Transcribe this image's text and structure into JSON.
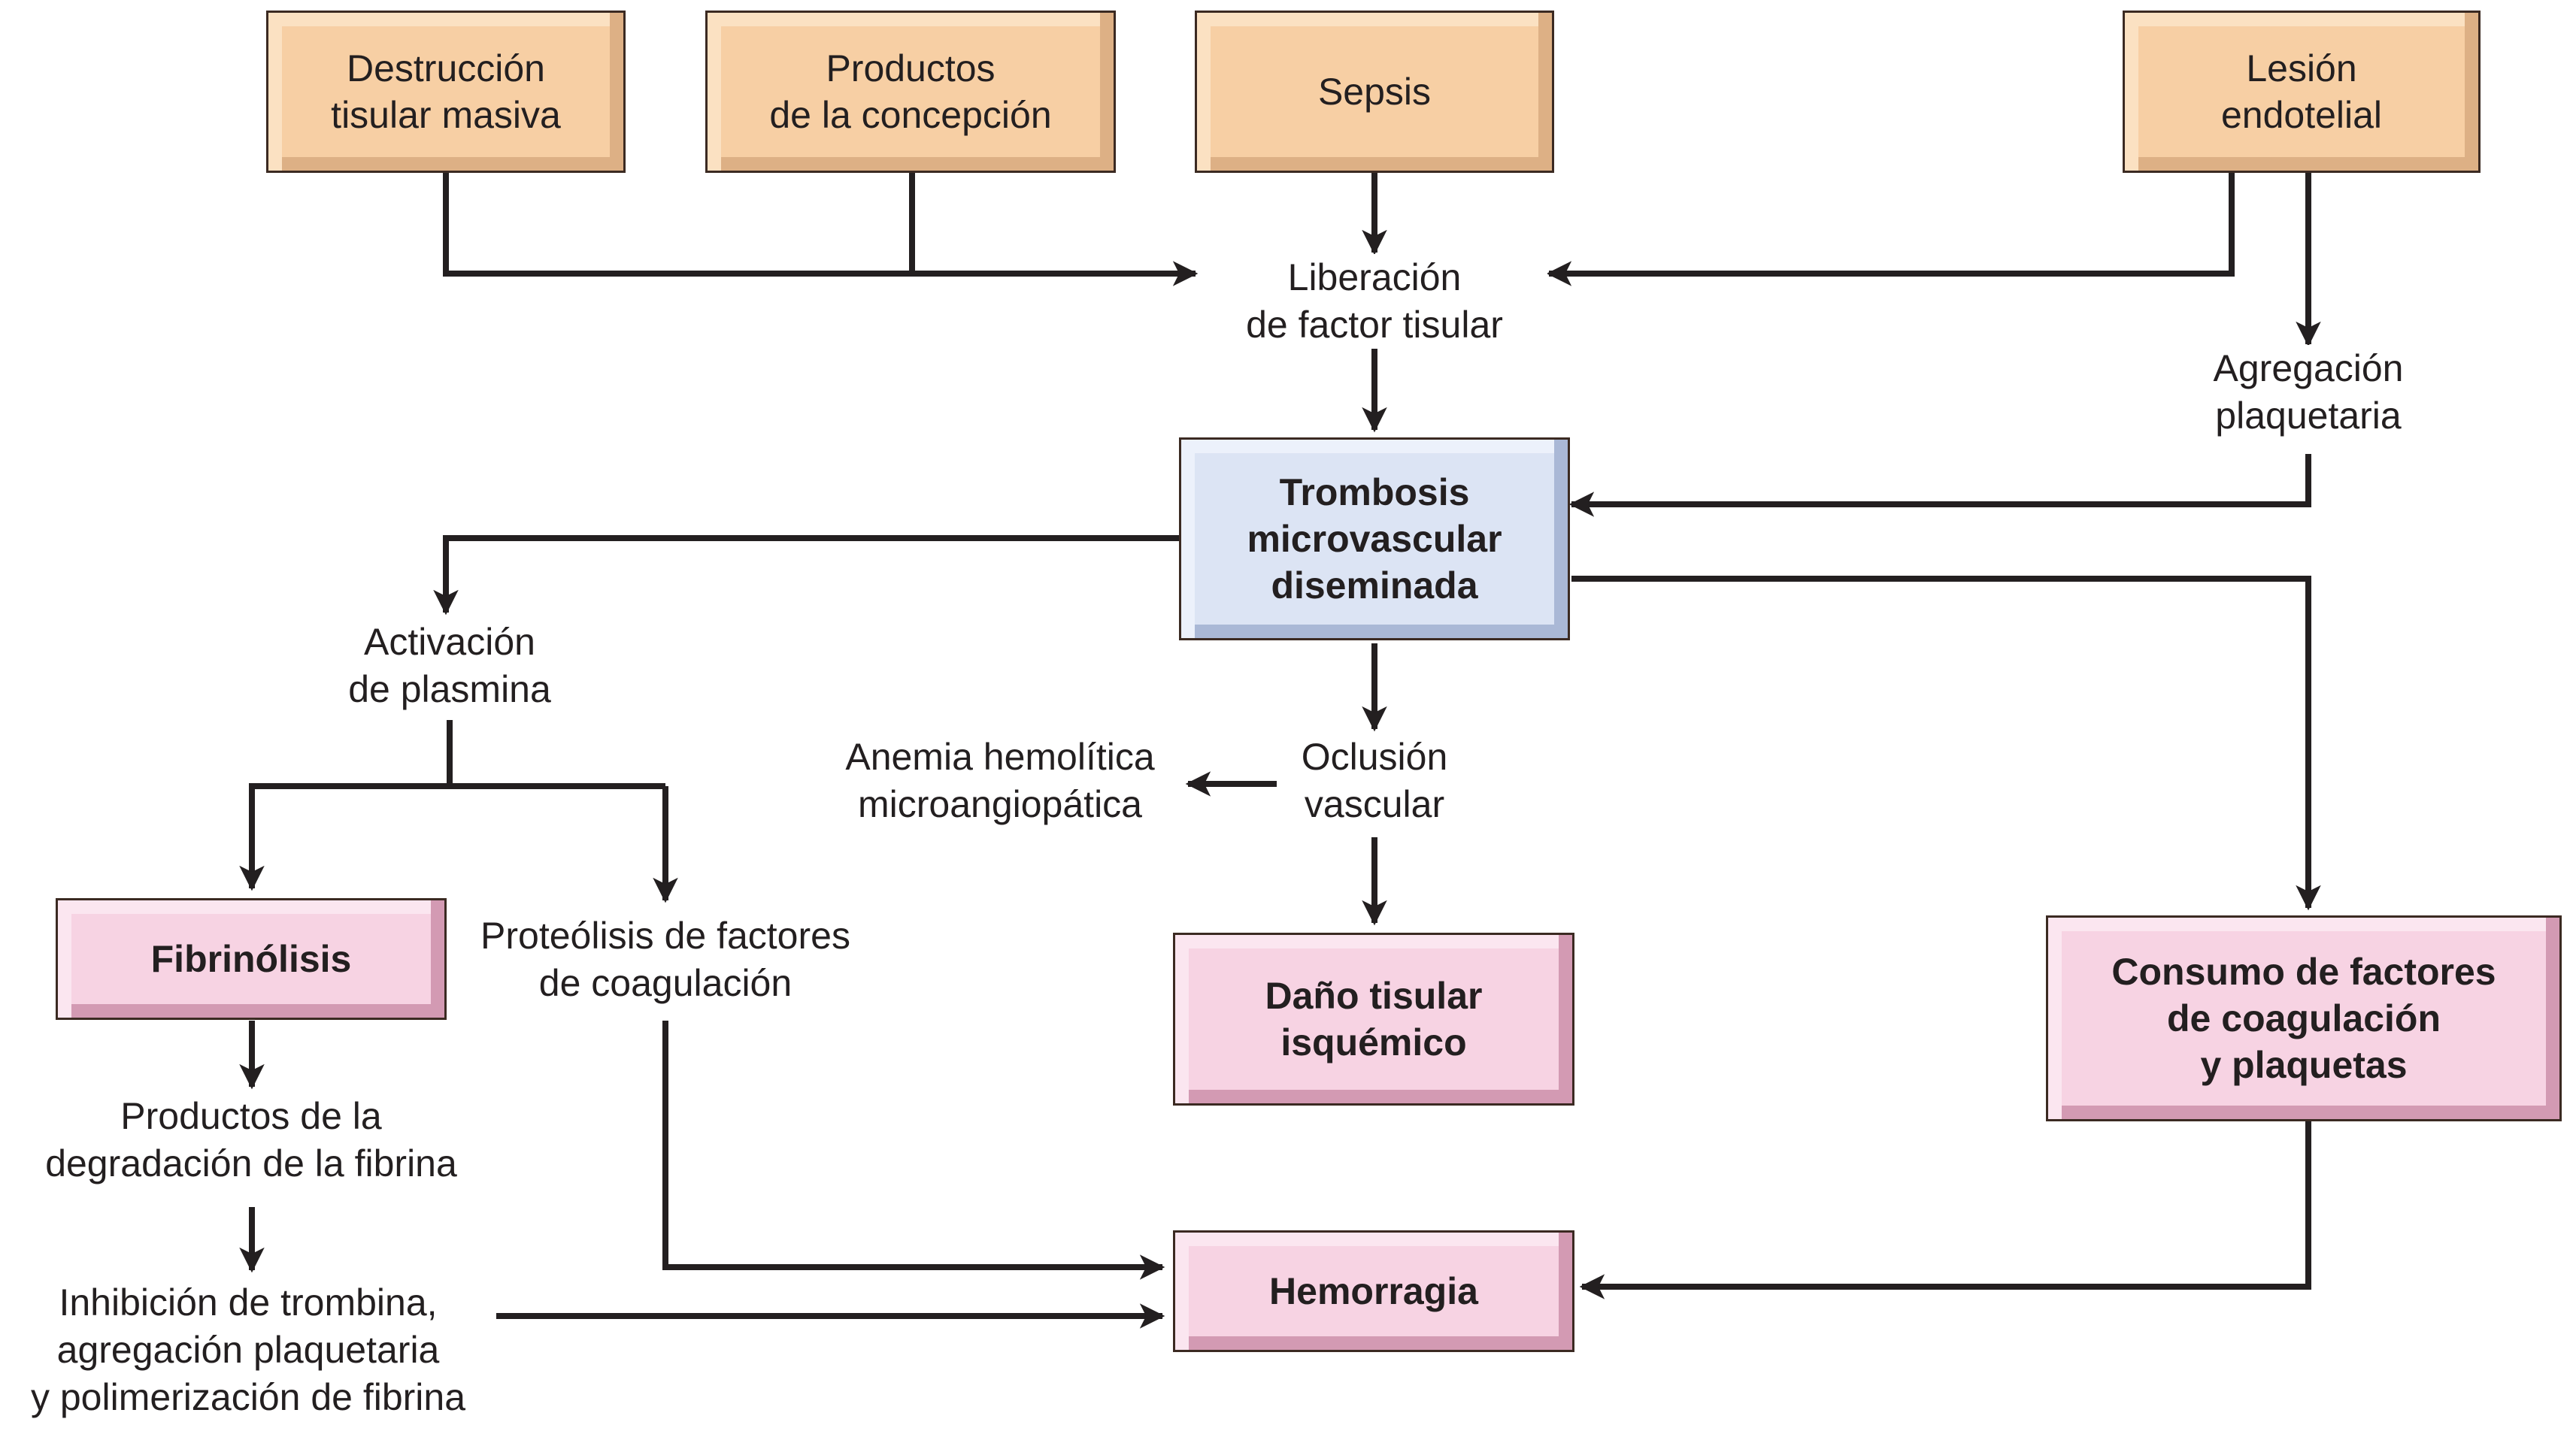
{
  "boxes": {
    "destruccion": "Destrucción\ntisular masiva",
    "productos_concepcion": "Productos\nde la concepción",
    "sepsis": "Sepsis",
    "lesion_endotelial": "Lesión\nendotelial",
    "trombosis": "Trombosis\nmicrovascular\ndiseminada",
    "fibrinolisis": "Fibrinólisis",
    "dano_tisular": "Daño tisular\nisquémico",
    "consumo": "Consumo de factores\nde coagulación\ny plaquetas",
    "hemorragia": "Hemorragia"
  },
  "labels": {
    "liberacion": "Liberación\nde factor tisular",
    "agregacion": "Agregación\nplaquetaria",
    "activacion": "Activación\nde plasmina",
    "oclusion": "Oclusión\nvascular",
    "anemia": "Anemia hemolítica\nmicroangiopática",
    "proteolisis": "Proteólisis de factores\nde coagulación",
    "productos_degradacion": "Productos de la\ndegradación de la fibrina",
    "inhibicion": "Inhibición de trombina,\nagregación plaquetaria\ny polimerización de fibrina"
  },
  "colors": {
    "cause_box": "#f7cfa4",
    "central_box": "#dce4f4",
    "outcome_box": "#f7d3e3",
    "line": "#231f20"
  }
}
